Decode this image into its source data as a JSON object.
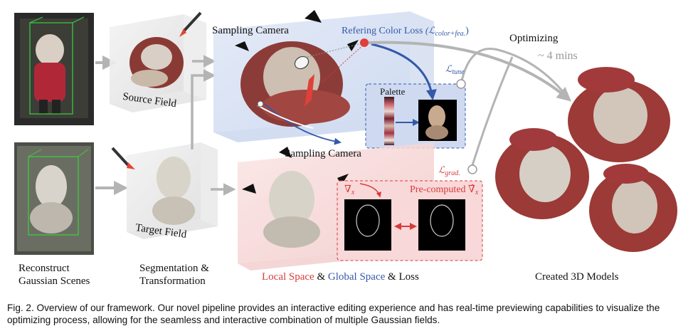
{
  "labels": {
    "sampling_camera_top": "Sampling Camera",
    "sampling_camera_bottom": "Sampling Camera",
    "source_field": "Source Field",
    "target_field": "Target Field",
    "palette": "Palette",
    "optimizing": "Optimizing",
    "time": "~ 4 mins",
    "precomputed": "Pre-computed",
    "refering_color_loss": "Refering Color Loss",
    "loss_color_symbol": "(ℒ",
    "loss_color_sub": "color+fea.",
    "loss_tune_symbol": "ℒ",
    "loss_tune_sub": "tune",
    "loss_grad_symbol": "ℒ",
    "loss_grad_sub": "grad.",
    "nabla_x": "∇",
    "nabla_x_sub": "x",
    "nabla_hat": "∇̂",
    "nabla_hat_sub": "x"
  },
  "stages": {
    "reconstruct_line1": "Reconstruct",
    "reconstruct_line2": "Gaussian Scenes",
    "segmentation_line1": "Segmentation &",
    "segmentation_line2": "Transformation",
    "local_space": "Local Space",
    "amp1": " & ",
    "global_space": "Global Space",
    "amp2": " & Loss",
    "created": "Created 3D Models"
  },
  "caption": {
    "text": "Fig. 2.  Overview of our framework. Our novel pipeline provides an interactive editing experience and has real-time previewing capabilities to visualize the optimizing process, allowing for the seamless and interactive combination of multiple Gaussian fields."
  },
  "colors": {
    "red_accent": "#d83a3a",
    "blue_accent": "#3559a8",
    "gray_arrow": "#b4b4b4"
  }
}
